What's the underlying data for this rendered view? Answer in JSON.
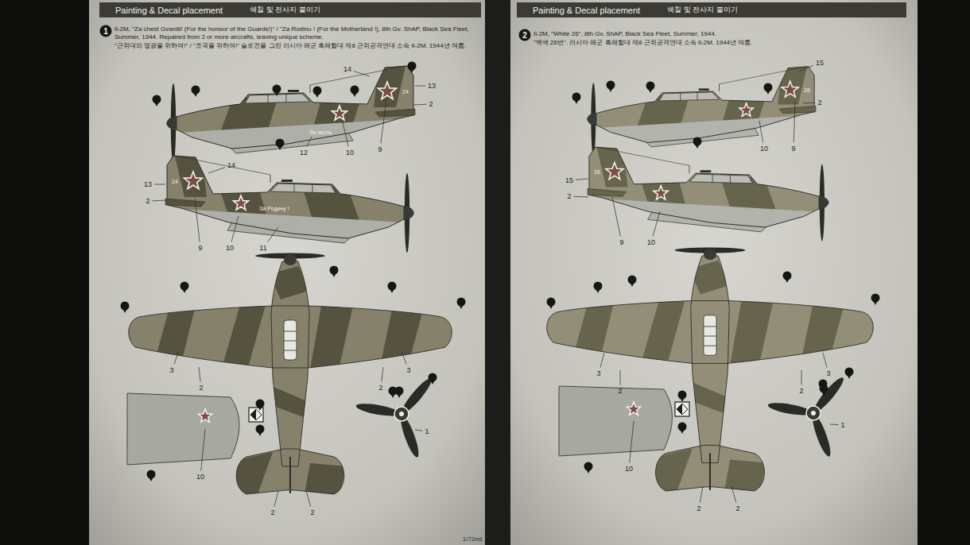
{
  "diagram": {
    "nodes": [
      {
        "text": [
          "Painting & Decal placement",
          "색칠 및 전사지 붙이기"
        ]
      },
      {
        "text": [
          "Painting & Decal placement",
          "색칠 및 전사지 붙이기"
        ]
      }
    ],
    "labels": [
      "1",
      "Il-2M, \"Za chest Gvardii! (For the honour of the Guards!)\" / \"Za Rodinu ! (For the Motherland !), 8th Gv. ShAP, Black Sea Fleet, Summer, 1944. Repaired from 2 or more aircrafts, leaving unique scheme.",
      "\"근위대의 영광을 위하여!\" / \"조국을 위하여!\" 슬로건을 그린 러시아 해군 흑해함대 제8 근위공격연대 소속 Il-2M. 1944년 여름.",
      "2",
      "Il-2M, \"White 26\", 8th Gv. ShAP, Black Sea Fleet, Summer, 1944.",
      "\"백색 26번\". 러시아 해군 흑해함대 제8 근위공격연대 소속 Il-2M. 1944년 여름.",
      "14",
      "13",
      "2",
      "12",
      "10",
      "9",
      "24",
      "За честь",
      "14",
      "13",
      "2",
      "9",
      "10",
      "11",
      "24",
      "За Родину !",
      "3",
      "2",
      "2",
      "3",
      "2",
      "2",
      "10",
      "1",
      "1/72nd",
      "15",
      "2",
      "10",
      "9",
      "26",
      "15",
      "2",
      "9",
      "10",
      "26",
      "3",
      "2",
      "2",
      "3",
      "2",
      "2",
      "10",
      "1"
    ]
  }
}
